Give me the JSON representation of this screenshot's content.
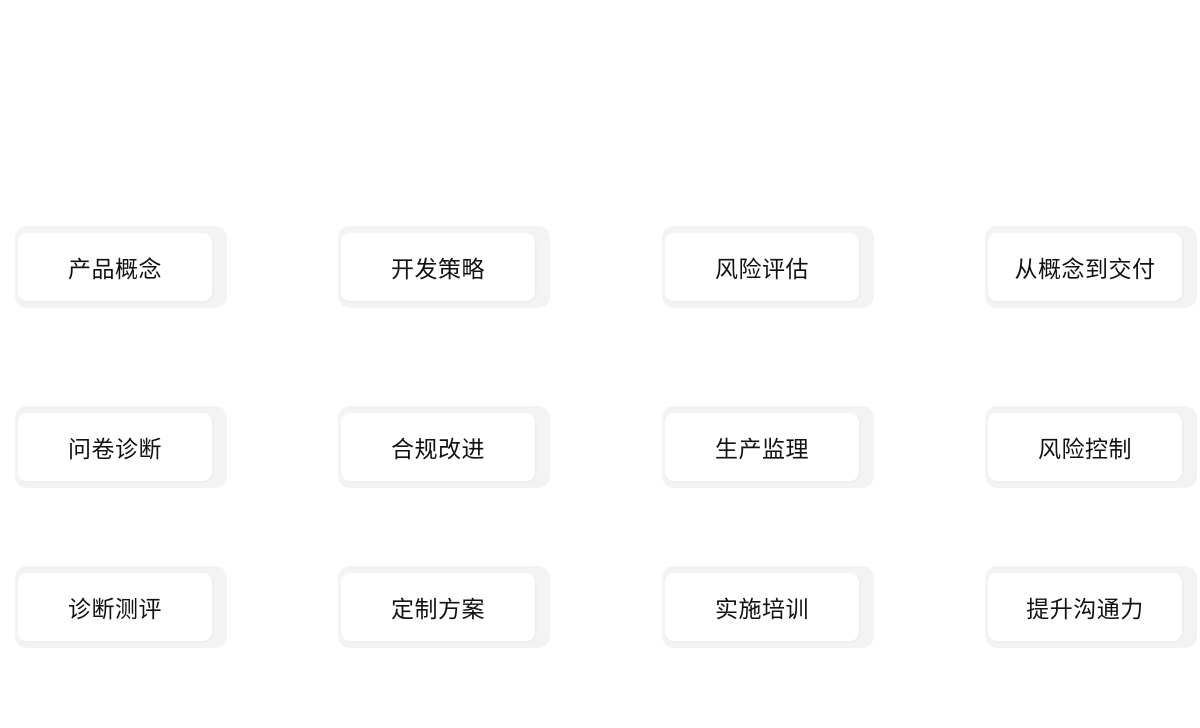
{
  "cards": [
    {
      "label": "产品概念"
    },
    {
      "label": "开发策略"
    },
    {
      "label": "风险评估"
    },
    {
      "label": "从概念到交付"
    },
    {
      "label": "问卷诊断"
    },
    {
      "label": "合规改进"
    },
    {
      "label": "生产监理"
    },
    {
      "label": "风险控制"
    },
    {
      "label": "诊断测评"
    },
    {
      "label": "定制方案"
    },
    {
      "label": "实施培训"
    },
    {
      "label": "提升沟通力"
    }
  ]
}
